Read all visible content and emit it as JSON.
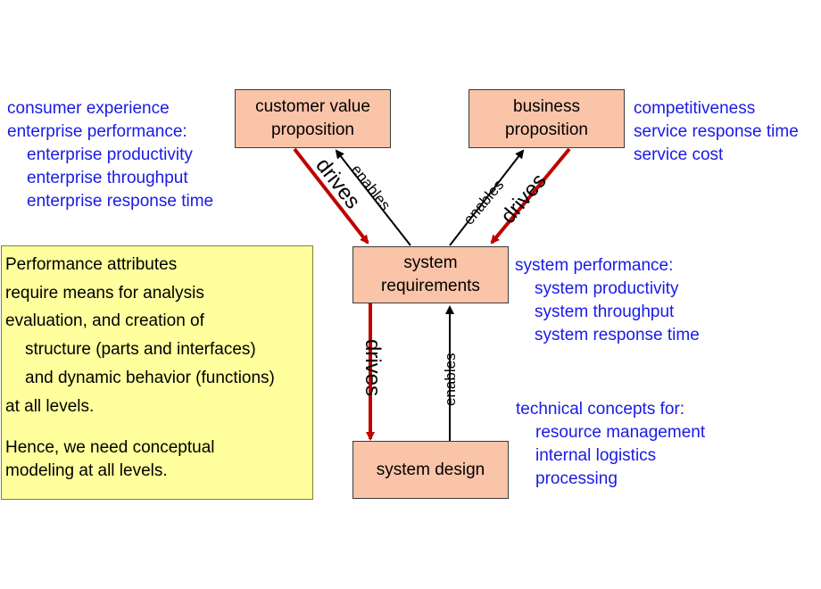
{
  "boxes": {
    "customer_value": [
      "customer value",
      "proposition"
    ],
    "business": [
      "business",
      "proposition"
    ],
    "system_requirements": [
      "system",
      "requirements"
    ],
    "system_design": "system design"
  },
  "arrow_labels": {
    "drives": "drives",
    "enables": "enables"
  },
  "left_notes": {
    "line1": "consumer experience",
    "line2": "enterprise performance:",
    "items": [
      "enterprise productivity",
      "enterprise throughput",
      "enterprise response time"
    ]
  },
  "right_notes": [
    "competitiveness",
    "service response time",
    "service cost"
  ],
  "system_performance": {
    "heading": "system performance:",
    "items": [
      "system productivity",
      "system throughput",
      "system response time"
    ]
  },
  "technical_concepts": {
    "heading": "technical concepts for:",
    "items": [
      "resource management",
      "internal logistics",
      "processing"
    ]
  },
  "yellow_box": {
    "lines": [
      "Performance attributes",
      "require means for analysis",
      "evaluation, and creation of",
      "structure (parts and interfaces)",
      "and dynamic behavior (functions)",
      "at all levels."
    ],
    "conclusion": [
      "Hence, we need conceptual",
      "modeling at all levels."
    ]
  },
  "colors": {
    "box_fill": "#fac4a8",
    "note_text": "#1a1ae6",
    "drives_arrow": "#c00000",
    "yellow_fill": "#ffff9e"
  }
}
